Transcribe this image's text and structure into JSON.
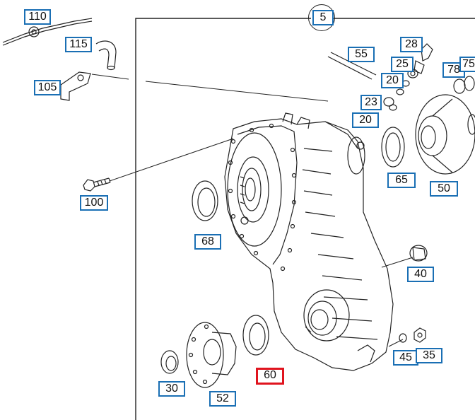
{
  "diagram": {
    "callouts": [
      {
        "id": "5",
        "text": "5"
      },
      {
        "id": "110",
        "text": "110"
      },
      {
        "id": "115",
        "text": "115"
      },
      {
        "id": "105",
        "text": "105"
      },
      {
        "id": "100",
        "text": "100"
      },
      {
        "id": "55",
        "text": "55"
      },
      {
        "id": "28",
        "text": "28"
      },
      {
        "id": "25",
        "text": "25"
      },
      {
        "id": "20a",
        "text": "20"
      },
      {
        "id": "78",
        "text": "78"
      },
      {
        "id": "75",
        "text": "75"
      },
      {
        "id": "23",
        "text": "23"
      },
      {
        "id": "20b",
        "text": "20"
      },
      {
        "id": "65",
        "text": "65"
      },
      {
        "id": "50",
        "text": "50"
      },
      {
        "id": "68",
        "text": "68"
      },
      {
        "id": "40",
        "text": "40"
      },
      {
        "id": "45",
        "text": "45"
      },
      {
        "id": "35",
        "text": "35"
      },
      {
        "id": "60",
        "text": "60",
        "selected": true
      },
      {
        "id": "30",
        "text": "30"
      },
      {
        "id": "52",
        "text": "52"
      }
    ],
    "highlight_color": "#e0141e",
    "callout_border_color": "#1a6fb4"
  }
}
